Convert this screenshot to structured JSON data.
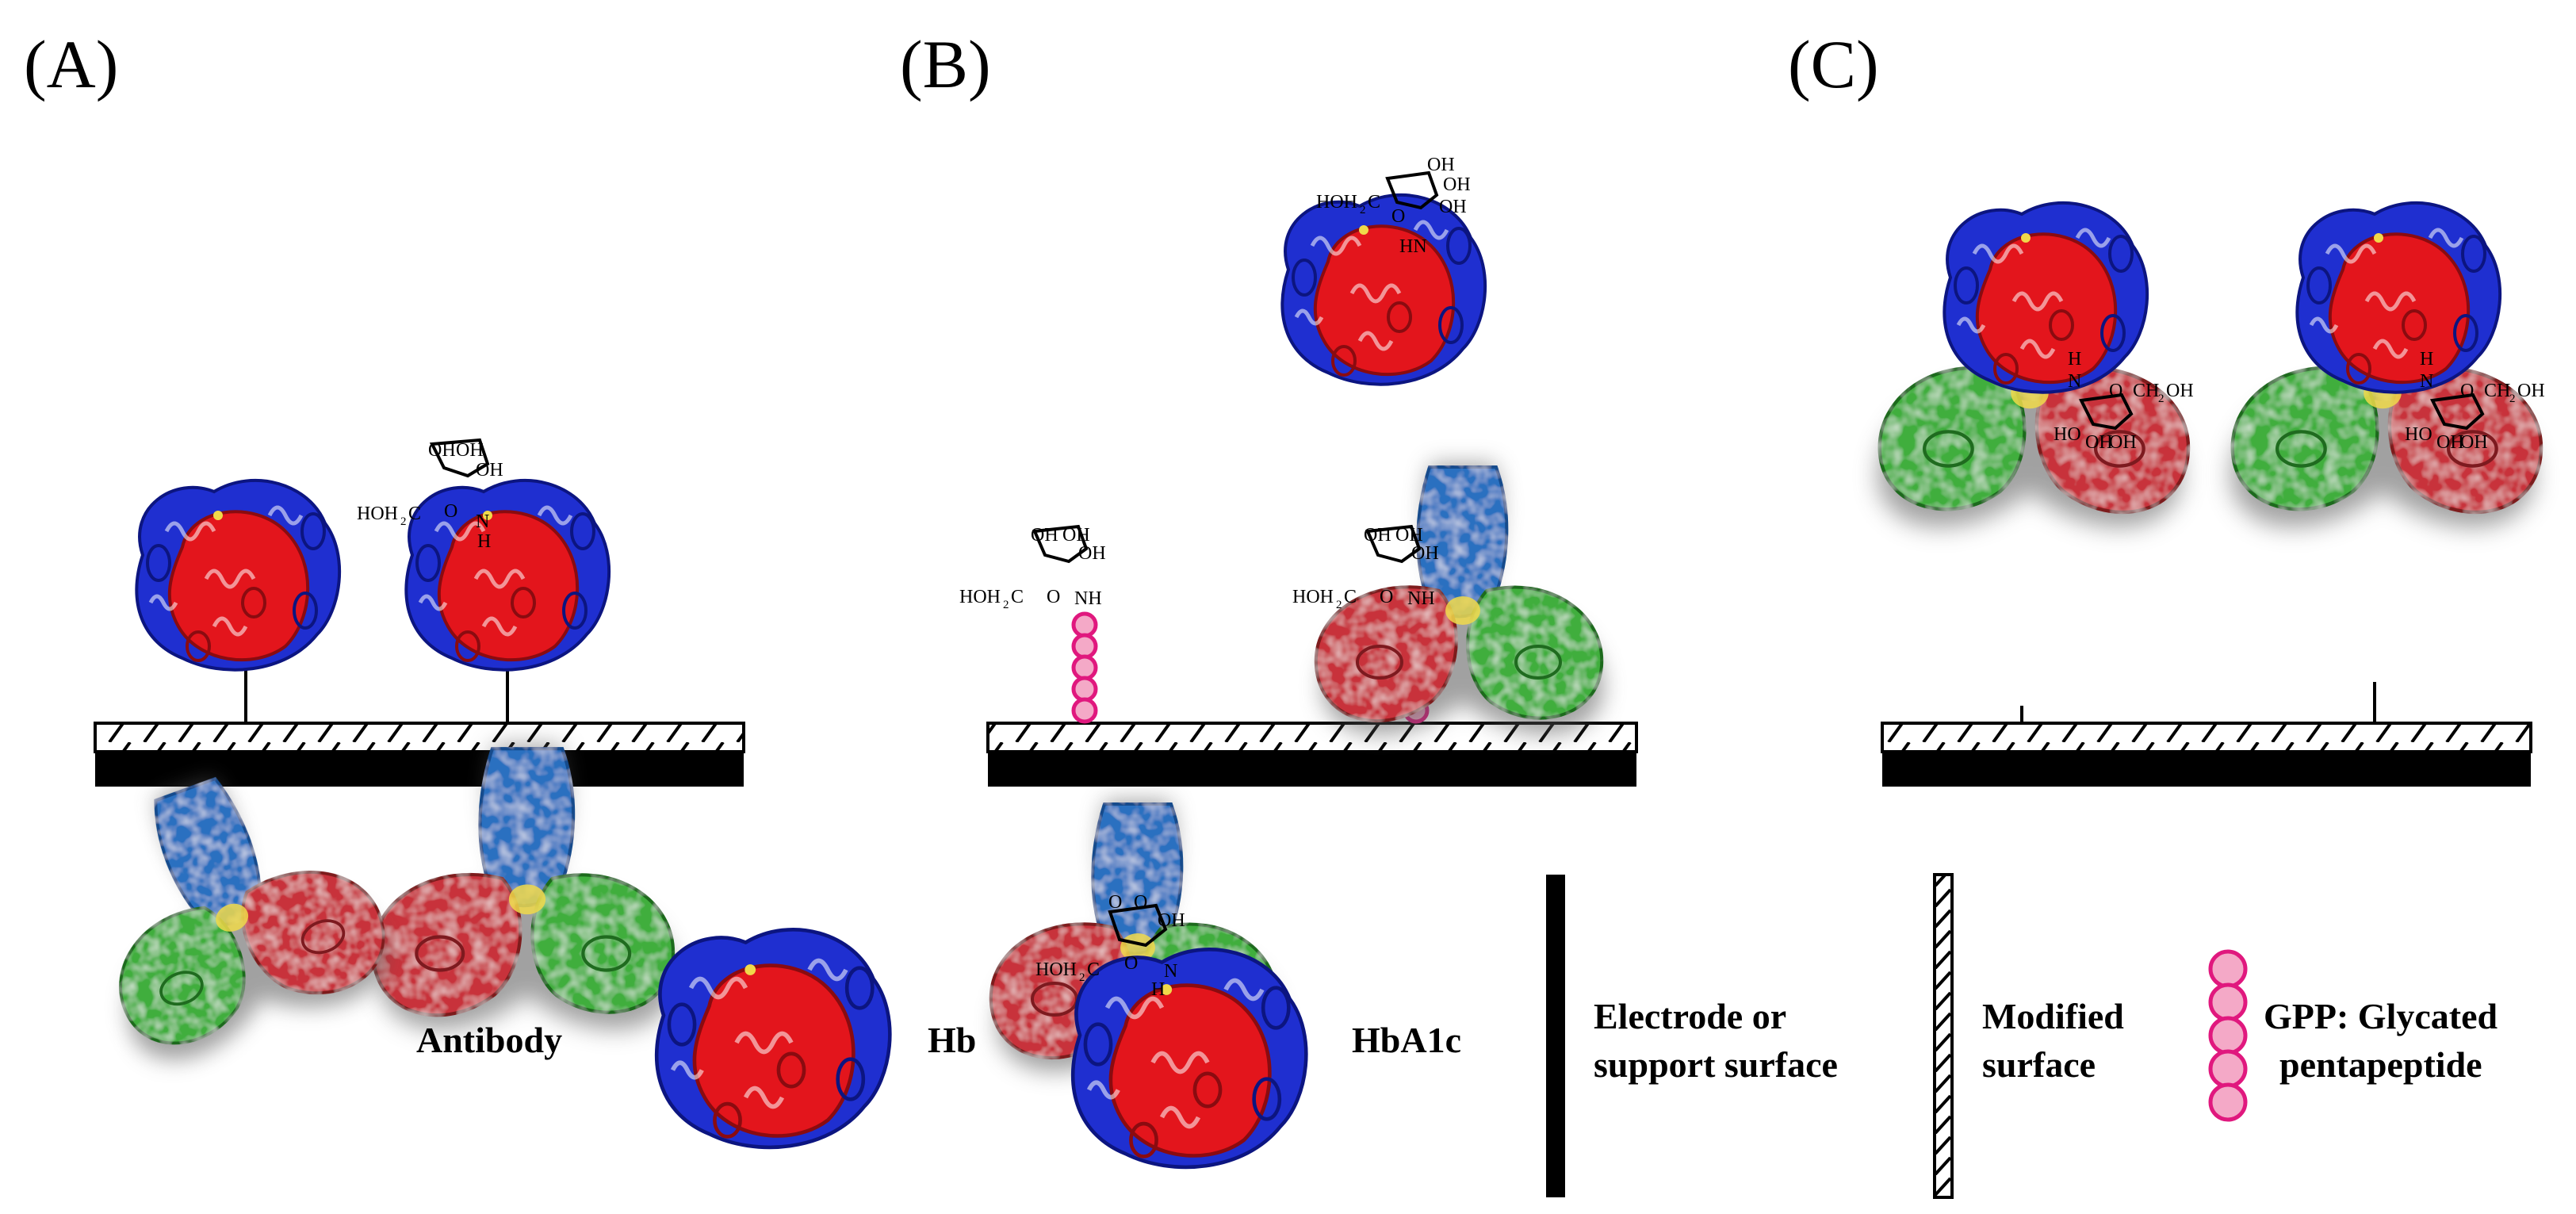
{
  "panels": {
    "a_label": "(A)",
    "b_label": "(B)",
    "c_label": "(C)"
  },
  "chem": {
    "oh": "OH",
    "o": "O",
    "n": "N",
    "h": "H",
    "hn": "HN",
    "nh": "NH",
    "hoh2c": "HOH",
    "hoh2c_sub": "2",
    "hoh2c_c": "C",
    "ch2oh": "CH",
    "ch2oh_sub": "2",
    "ch2oh_oh": "OH",
    "ho": "HO"
  },
  "legend": {
    "antibody": "Antibody",
    "hb": "Hb",
    "hba1c": "HbA1c",
    "electrode_line1": "Electrode or",
    "electrode_line2": "support surface",
    "modified_line1": "Modified",
    "modified_line2": "surface",
    "gpp_line1": "GPP: Glycated",
    "gpp_line2": "pentapeptide"
  },
  "colors": {
    "antibody_fc": "#2a6fc0",
    "antibody_fab_green": "#3fae3c",
    "antibody_fab_red": "#c8323a",
    "hb_red": "#e3151c",
    "hb_blue": "#1f2fd0",
    "gpp_pink": "#f4a9c7",
    "gpp_stroke": "#e0187e",
    "electrode": "#000000"
  }
}
